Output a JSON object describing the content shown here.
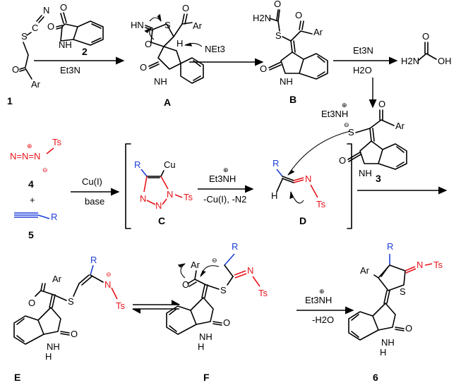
{
  "compounds": {
    "c1": "1",
    "c2": "2",
    "cA": "A",
    "cB": "B",
    "c3": "3",
    "c4": "4",
    "c5": "5",
    "cC": "C",
    "cD": "D",
    "cE": "E",
    "cF": "F",
    "c6": "6"
  },
  "reagents": {
    "r1": "Et3N",
    "r2a": "Et3N",
    "r2b": "H2O",
    "r3a": "Cu(I)",
    "r3b": "base",
    "r4a": "Et3NH",
    "r4b": "-Cu(I), -N2",
    "r5a": "Et3NH",
    "r5b": "-H2O",
    "net3": "NEt3",
    "plus": "+"
  },
  "atoms": {
    "ar": "Ar",
    "ts": "Ts",
    "nh": "NH",
    "h": "H",
    "n": "N",
    "o": "O",
    "s": "S",
    "r": "R",
    "cu": "Cu",
    "hn": "HN",
    "et3nh": "Et3NH",
    "h2n": "H2N",
    "oh": "OH",
    "carbamic_h2n": "H2N",
    "nnn": "N=N=N",
    "plus_sign": "⊕",
    "minus_sign": "⊖"
  }
}
